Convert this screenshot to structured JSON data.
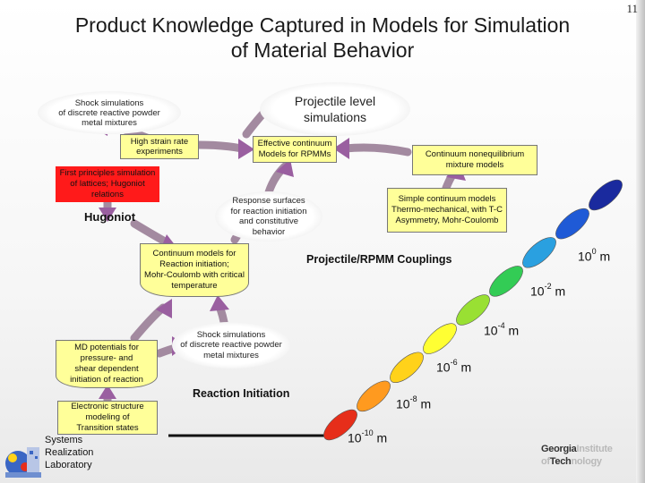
{
  "slide": {
    "title_line1": "Product Knowledge Captured in Models for Simulation",
    "title_line2": "of Material Behavior",
    "page_number": "11"
  },
  "nodes": {
    "shock_top": [
      "Shock simulations",
      "of discrete reactive powder",
      "metal mixtures"
    ],
    "projectile_level": [
      "Projectile level",
      "simulations"
    ],
    "high_strain": [
      "High strain rate",
      "experiments"
    ],
    "effective_continuum": [
      "Effective continuum",
      "Models for RPMMs"
    ],
    "nonequilibrium": [
      "Continuum nonequilibrium",
      "mixture models"
    ],
    "first_principles": [
      "First principles simulation",
      "of lattices; Hugoniot",
      "relations"
    ],
    "simple_continuum": [
      "Simple continuum models",
      "Thermo-mechanical, with T-C",
      "Asymmetry, Mohr-Coulomb"
    ],
    "response_surfaces": [
      "Response surfaces",
      "for reaction initiation",
      "and constitutive",
      "behavior"
    ],
    "continuum_reaction": [
      "Continuum models for",
      "Reaction initiation;",
      "Mohr-Coulomb with critical",
      "temperature"
    ],
    "shock_mid": [
      "Shock simulations",
      "of discrete reactive powder",
      "metal mixtures"
    ],
    "md_potentials": [
      "MD potentials for",
      "pressure- and",
      "shear dependent",
      "initiation of reaction"
    ],
    "electronic_structure": [
      "Electronic structure",
      "modeling of",
      "Transition states"
    ]
  },
  "labels": {
    "hugoniot": "Hugoniot",
    "projectile_couplings": "Projectile/RPMM Couplings",
    "reaction_initiation": "Reaction Initiation"
  },
  "scales": [
    {
      "base": "10",
      "exp": "0",
      "unit": "m"
    },
    {
      "base": "10",
      "exp": "-2",
      "unit": "m"
    },
    {
      "base": "10",
      "exp": "-4",
      "unit": "m"
    },
    {
      "base": "10",
      "exp": "-6",
      "unit": "m"
    },
    {
      "base": "10",
      "exp": "-8",
      "unit": "m"
    },
    {
      "base": "10",
      "exp": "-10",
      "unit": "m"
    }
  ],
  "scale_chain_colors": [
    "#e62e1a",
    "#ff9a1f",
    "#ffd21a",
    "#ffff33",
    "#99e033",
    "#33cc55",
    "#2aa0e0",
    "#1f5ad6",
    "#1a2a9e"
  ],
  "footer": {
    "srl_letters": [
      "S",
      "R",
      "L"
    ],
    "srl_rest": [
      "ystems",
      "ealization",
      "aboratory"
    ],
    "gt_line1": [
      "Georgia",
      "Institute"
    ],
    "gt_line2": [
      "of",
      "Tech",
      "nology"
    ]
  }
}
